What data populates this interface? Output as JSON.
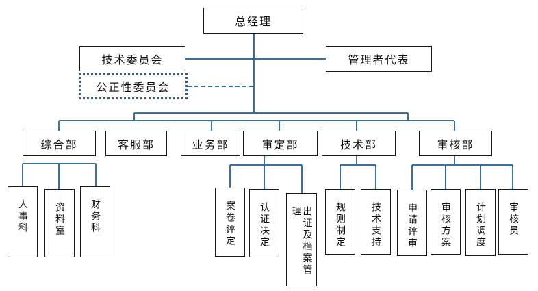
{
  "colors": {
    "line": "#3a6fa0",
    "border": "#1a1a1a",
    "dotted": "#2e5e8a"
  },
  "top": {
    "ceo": "总经理"
  },
  "side": {
    "tech_committee": "技术委员会",
    "mgmt_rep": "管理者代表",
    "impartiality_committee": "公正性委员会"
  },
  "departments": {
    "general": "综合部",
    "customer": "客服部",
    "business": "业务部",
    "approval": "审定部",
    "technical": "技术部",
    "audit": "审核部"
  },
  "units": {
    "general": [
      "人事科",
      "资料室",
      "财务科"
    ],
    "approval": [
      "案卷评定",
      "认证决定",
      "出证及档案管理"
    ],
    "technical": [
      "规则制定",
      "技术支持"
    ],
    "audit": [
      "申请评审",
      "审核方案",
      "计划调度",
      "审核员"
    ]
  }
}
